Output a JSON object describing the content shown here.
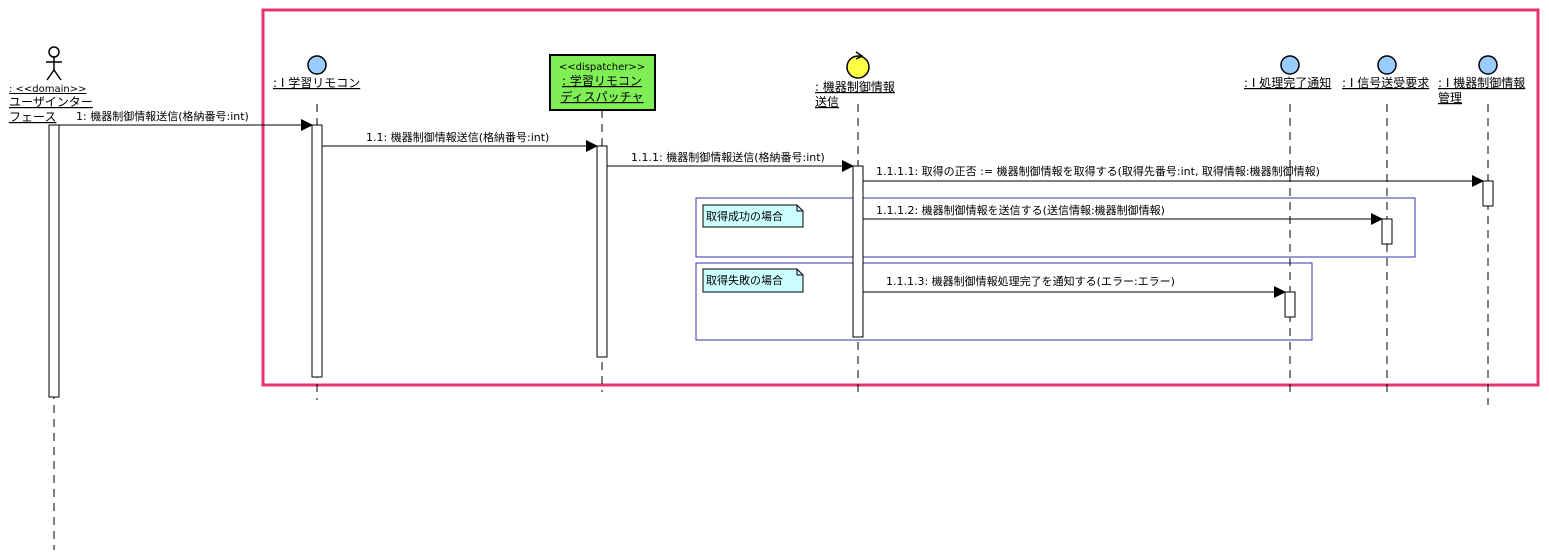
{
  "actor": {
    "stereotype": ": <<domain>>",
    "name_line1": "ユーザインター",
    "name_line2": "フェース"
  },
  "lifelines": {
    "remocon": {
      "label": ": I 学習リモコン",
      "color": "#99CCFF"
    },
    "dispatcher": {
      "stereotype": "<<dispatcher>>",
      "line1": ": 学習リモコン",
      "line2": "ディスパッチャ",
      "color": "#80EE55"
    },
    "control": {
      "line1": ": 機器制御情報",
      "line2": "送信",
      "color": "#FFFF44"
    },
    "notify": {
      "label": ": I 処理完了通知",
      "color": "#99CCFF"
    },
    "signal": {
      "label": ": I 信号送受要求",
      "color": "#99CCFF"
    },
    "manage": {
      "line1": ": I 機器制御情報",
      "line2": "管理",
      "color": "#99CCFF"
    }
  },
  "messages": {
    "m1": "1: 機器制御情報送信(格納番号:int)",
    "m11": "1.1: 機器制御情報送信(格納番号:int)",
    "m111": "1.1.1: 機器制御情報送信(格納番号:int)",
    "m1111": "1.1.1.1: 取得の正否 := 機器制御情報を取得する(取得先番号:int, 取得情報:機器制御情報)",
    "m1112": "1.1.1.2: 機器制御情報を送信する(送信情報:機器制御情報)",
    "m1113": "1.1.1.3: 機器制御情報処理完了を通知する(エラー:エラー)"
  },
  "notes": {
    "success": "取得成功の場合",
    "failure": "取得失敗の場合"
  },
  "colors": {
    "highlight_frame": "#E8336B",
    "fragment_border": "#3333AA",
    "note_fill": "#CCFFFF"
  }
}
